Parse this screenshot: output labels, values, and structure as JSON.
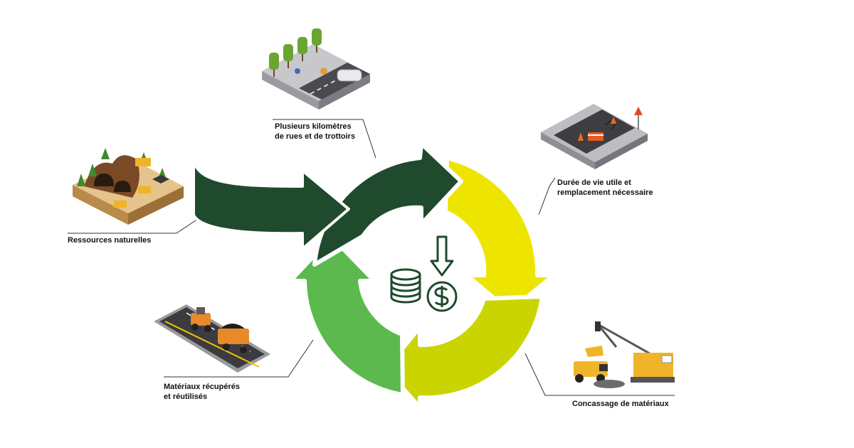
{
  "labels": {
    "streets_line1": "Plusieurs kilomètres",
    "streets_line2": "de rues et de trottoirs",
    "lifespan_line1": "Durée de vie utile et",
    "lifespan_line2": "remplacement nécessaire",
    "resources": "Ressources naturelles",
    "crushing": "Concassage de matériaux",
    "recovered_line1": "Matériaux récupérés",
    "recovered_line2": "et réutilisés"
  },
  "colors": {
    "dark_green": "#1f4a2d",
    "mid_green": "#5cb94d",
    "yellow_green": "#c9d400",
    "yellow": "#ede400",
    "callout_line": "#333333"
  },
  "icons": {
    "center_coins": "coin-stack-icon",
    "center_down_arrow": "down-arrow-icon",
    "center_dollar": "dollar-coin-icon"
  }
}
